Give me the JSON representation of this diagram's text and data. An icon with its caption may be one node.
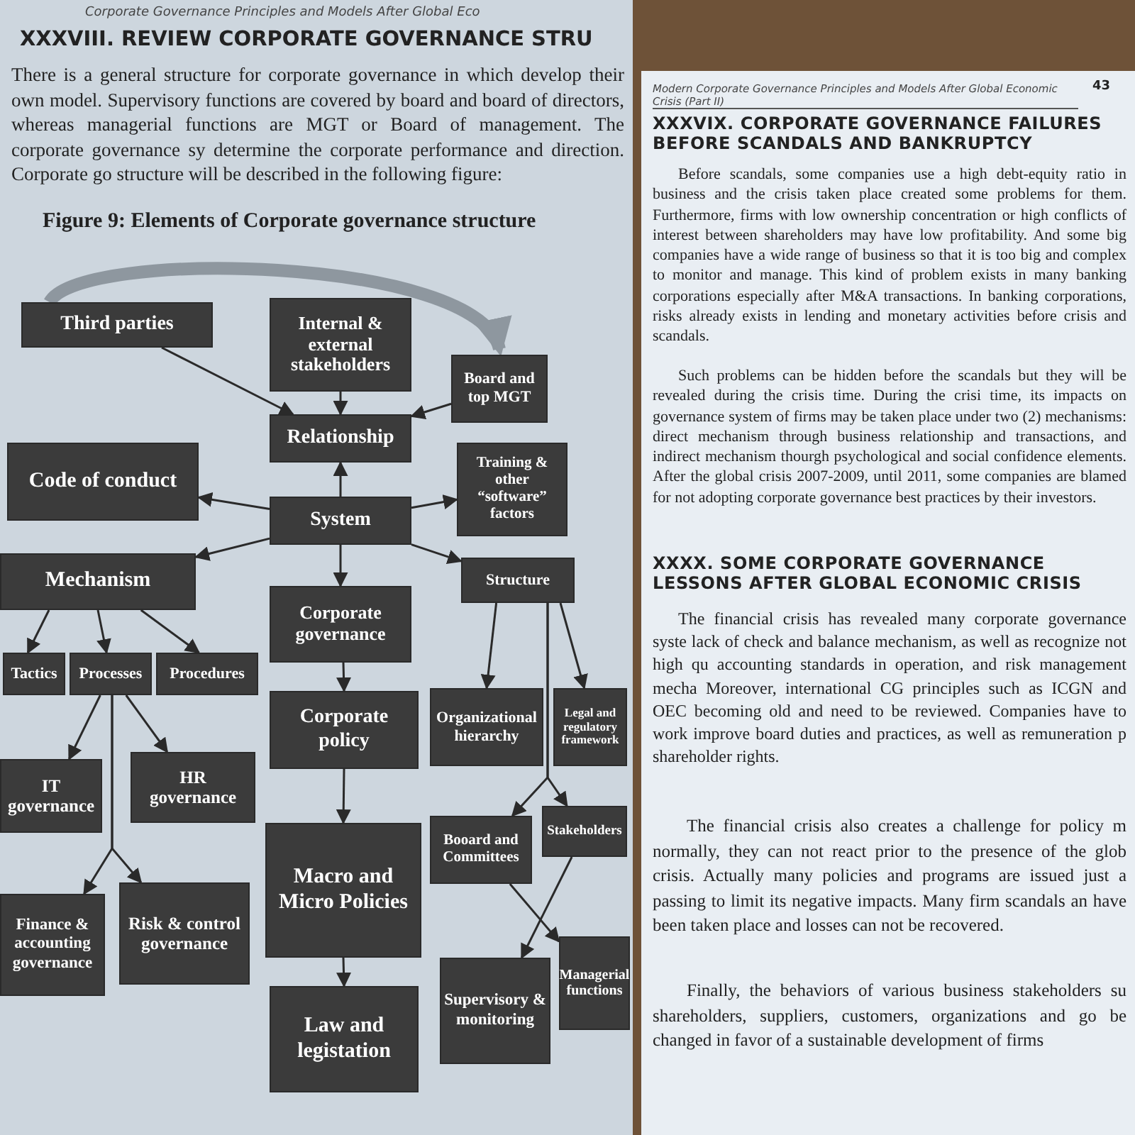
{
  "diagram": {
    "title": "Figure 9: Elements of Corporate governance structure",
    "nodes": [
      {
        "text": [
          "Third parties"
        ]
      },
      {
        "text": [
          "Internal & external stakeholders"
        ]
      },
      {
        "text": [
          "Board and top MGT"
        ]
      },
      {
        "text": [
          "Relationship"
        ]
      },
      {
        "text": [
          "Code of conduct"
        ]
      },
      {
        "text": [
          "System"
        ]
      },
      {
        "text": [
          "Training & other “software” factors"
        ]
      },
      {
        "text": [
          "Mechanism"
        ]
      },
      {
        "text": [
          "Structure"
        ]
      },
      {
        "text": [
          "Corporate governance"
        ]
      },
      {
        "text": [
          "Tactics"
        ]
      },
      {
        "text": [
          "Processes"
        ]
      },
      {
        "text": [
          "Procedures"
        ]
      },
      {
        "text": [
          "Corporate policy"
        ]
      },
      {
        "text": [
          "Organizational hierarchy"
        ]
      },
      {
        "text": [
          "Legal and regulatory framework"
        ]
      },
      {
        "text": [
          "IT governance"
        ]
      },
      {
        "text": [
          "HR governance"
        ]
      },
      {
        "text": [
          "Macro and Micro Policies"
        ]
      },
      {
        "text": [
          "Booard and Committees"
        ]
      },
      {
        "text": [
          "Stakeholders"
        ]
      },
      {
        "text": [
          "Finance & accounting governance"
        ]
      },
      {
        "text": [
          "Risk & control governance"
        ]
      },
      {
        "text": [
          "Supervisory & monitoring"
        ]
      },
      {
        "text": [
          "Managerial functions"
        ]
      },
      {
        "text": [
          "Law and legistation"
        ]
      }
    ],
    "edges": [
      {
        "from": 0,
        "to": 2,
        "arrow": "to",
        "style": "thick",
        "color": "#8e979f"
      },
      {
        "from": 0,
        "to": 3,
        "arrow": "to"
      },
      {
        "from": 1,
        "to": 3,
        "arrow": "to"
      },
      {
        "from": 2,
        "to": 3,
        "arrow": "to"
      },
      {
        "from": 5,
        "to": 3,
        "arrow": "to"
      },
      {
        "from": 5,
        "to": 4,
        "arrow": "to"
      },
      {
        "from": 5,
        "to": 6,
        "arrow": "to"
      },
      {
        "from": 5,
        "to": 7,
        "arrow": "to"
      },
      {
        "from": 5,
        "to": 8,
        "arrow": "to"
      },
      {
        "from": 5,
        "to": 9,
        "arrow": "to"
      },
      {
        "from": 7,
        "to": 10,
        "arrow": "to"
      },
      {
        "from": 7,
        "to": 11,
        "arrow": "to"
      },
      {
        "from": 7,
        "to": 12,
        "arrow": "to"
      },
      {
        "from": 9,
        "to": 13,
        "arrow": "to"
      },
      {
        "from": 13,
        "to": 18,
        "arrow": "to"
      },
      {
        "from": 18,
        "to": 25,
        "arrow": "to"
      },
      {
        "from": 8,
        "to": 14,
        "arrow": "to"
      },
      {
        "from": 8,
        "to": 15,
        "arrow": "to"
      },
      {
        "from": 8,
        "to": 19,
        "arrow": "to"
      },
      {
        "from": 8,
        "to": 20,
        "arrow": "to"
      },
      {
        "from": 19,
        "to": 24,
        "arrow": "to"
      },
      {
        "from": 20,
        "to": 23,
        "arrow": "to"
      },
      {
        "from": 11,
        "to": 16,
        "arrow": "to"
      },
      {
        "from": 11,
        "to": 17,
        "arrow": "to"
      },
      {
        "from": 11,
        "to": 21,
        "arrow": "to"
      },
      {
        "from": 11,
        "to": 22,
        "arrow": "to"
      }
    ],
    "labels": [
      "Corporate Governance Principles and Models After Global Eco",
      "XXXVIII. REVIEW CORPORATE GOVERNANCE STRU",
      "There is a general structure for corporate governance in which develop their own model. Supervisory functions are covered by board and board of directors, whereas managerial functions are MGT or Board of management. The corporate governance sy determine the corporate performance and direction. Corporate go structure will be described in the following figure:",
      "Modern Corporate Governance Principles and Models After Global Economic Crisis (Part II)",
      "43",
      "XXXVIX. CORPORATE GOVERNANCE FAILURES BEFORE SCANDALS AND BANKRUPTCY",
      "Before scandals, some companies use a high debt-equity ratio in business and the crisis taken place created some problems for them. Furthermore, firms with low ownership concentration or high conflicts of interest between shareholders may have low profitability. And some big companies have a wide range of business so that it is too big and complex to monitor and manage. This kind of problem exists in many banking corporations especially after M&A transactions. In banking corporations, risks already exists in lending and monetary activities before crisis and scandals.",
      "Such problems can be hidden before the scandals but they will be revealed during the crisis time. During the crisi time, its impacts on governance system of firms may be taken place under two (2) mechanisms: direct mechanism through business relationship and transactions, and indirect mechanism thourgh psychological and social confidence elements. After the global crisis 2007-2009, until 2011, some companies are blamed for not adopting corporate governance best practices by their investors.",
      "XXXX. SOME CORPORATE GOVERNANCE LESSONS AFTER GLOBAL ECONOMIC CRISIS",
      "The financial crisis has revealed many corporate governance syste lack of check and balance mechanism, as well as recognize not high qu accounting standards in operation, and risk management mecha Moreover, international CG principles such as ICGN and OEC becoming old and need to be reviewed. Companies have to work improve board duties and practices, as well as remuneration p shareholder rights.",
      "The financial crisis also creates a challenge for policy m normally, they can not react prior to the presence of the glob crisis. Actually many policies and programs are issued just a passing to limit its negative impacts. Many firm scandals an have been taken place and losses can not be recovered.",
      "Finally, the behaviors of various business stakeholders su shareholders, suppliers, customers, organizations and go be changed in favor of a sustainable development of firms"
    ]
  }
}
